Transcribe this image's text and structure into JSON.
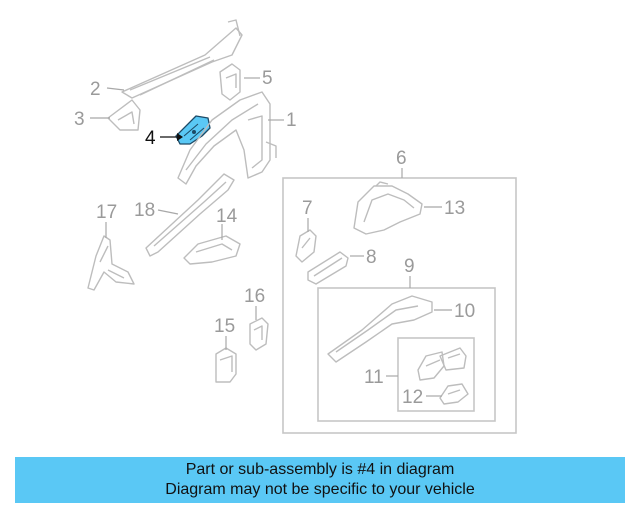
{
  "callouts": {
    "c1": "1",
    "c2": "2",
    "c3": "3",
    "c4": "4",
    "c5": "5",
    "c6": "6",
    "c7": "7",
    "c8": "8",
    "c9": "9",
    "c10": "10",
    "c11": "11",
    "c12": "12",
    "c13": "13",
    "c14": "14",
    "c15": "15",
    "c16": "16",
    "c17": "17",
    "c18": "18"
  },
  "highlight": {
    "part": "4",
    "color": "#5ac8f5"
  },
  "banner": {
    "line1": "Part or sub-assembly is #4 in diagram",
    "line2": "Diagram may not be specific to your vehicle",
    "color": "#5ac8f5"
  }
}
